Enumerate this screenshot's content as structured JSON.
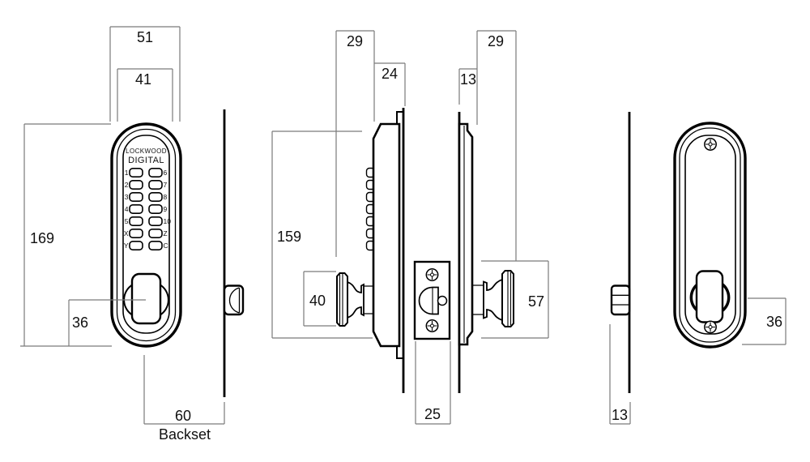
{
  "keypad": {
    "brand_line1": "LOCKWOOD",
    "brand_line2": "DIGITAL",
    "left_labels": [
      "1",
      "2",
      "3",
      "4",
      "5",
      "X",
      "Y"
    ],
    "right_labels": [
      "6",
      "7",
      "8",
      "9",
      "10",
      "Z",
      "C"
    ]
  },
  "dims": {
    "front_overall_width": "51",
    "front_body_width": "41",
    "front_height": "169",
    "knob_center_to_bottom": "36",
    "backset": "60",
    "backset_label": "Backset",
    "exterior_overall_depth": "29",
    "exterior_body_depth": "24",
    "exterior_body_height": "159",
    "exterior_knob_height": "40",
    "latch_faceplate_width": "25",
    "interior_plate_depth": "13",
    "interior_overall_depth": "29",
    "interior_turn_height": "57",
    "latch_projection": "13",
    "turn_center_to_bottom": "36"
  }
}
